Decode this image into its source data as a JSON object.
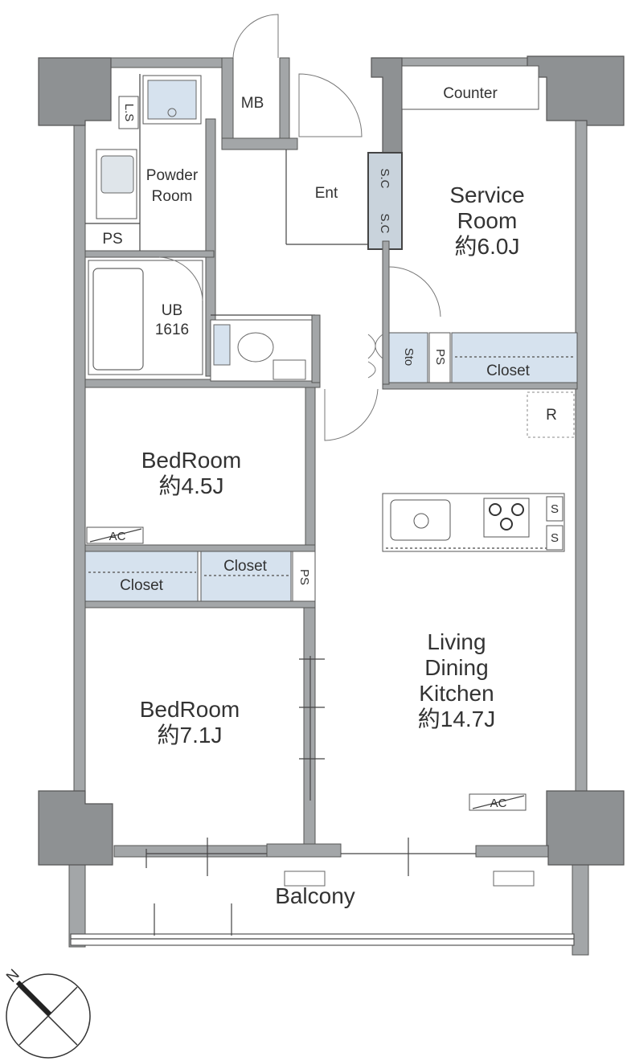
{
  "labels": {
    "mb": "MB",
    "ls": "L.S",
    "powder_room_1": "Powder",
    "powder_room_2": "Room",
    "ps_upper": "PS",
    "ub_1": "UB",
    "ub_2": "1616",
    "ent": "Ent",
    "sc_1": "S.C",
    "sc_2": "S.C",
    "counter": "Counter",
    "service_room_1": "Service",
    "service_room_2": "Room",
    "service_room_3": "約6.0J",
    "sto": "Sto",
    "ps_service": "PS",
    "closet_service": "Closet",
    "r": "R",
    "bedroom_a_1": "BedRoom",
    "bedroom_a_2": "約4.5J",
    "ac_left": "AC",
    "closet_mid": "Closet",
    "closet_left": "Closet",
    "ps_mid": "PS",
    "s_1": "S",
    "s_2": "S",
    "ldk_1": "Living",
    "ldk_2": "Dining",
    "ldk_3": "Kitchen",
    "ldk_4": "約14.7J",
    "bedroom_b_1": "BedRoom",
    "bedroom_b_2": "約7.1J",
    "ac_right": "AC",
    "balcony": "Balcony",
    "north": "N"
  }
}
